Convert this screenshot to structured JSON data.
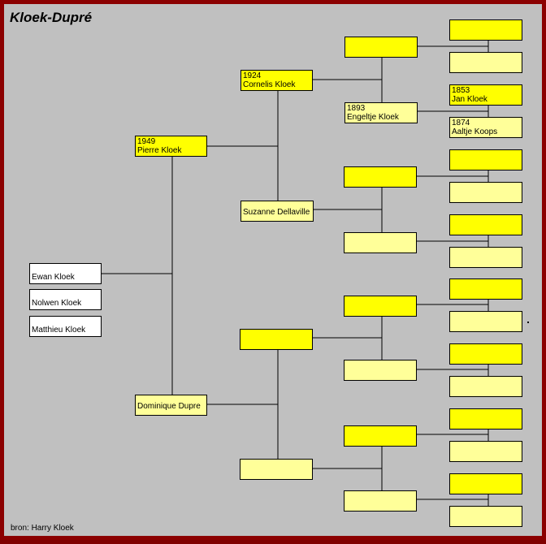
{
  "title": "Kloek-Dupré",
  "source": "bron: Harry Kloek",
  "children": [
    "Ewan Kloek",
    "Nolwen Kloek",
    "Matthieu Kloek"
  ],
  "persons": {
    "pierre": {
      "year": "1949",
      "name": "Pierre Kloek"
    },
    "dominique": {
      "year": "",
      "name": "Dominique Dupre"
    },
    "cornelis": {
      "year": "1924",
      "name": "Cornelis Kloek"
    },
    "suzanne": {
      "year": "",
      "name": "Suzanne Dellaville"
    },
    "engeltje": {
      "year": "1893",
      "name": "Engeltje Kloek"
    },
    "jan": {
      "year": "1853",
      "name": "Jan Kloek"
    },
    "aaltje": {
      "year": "1874",
      "name": "Aaltje Koops"
    }
  }
}
